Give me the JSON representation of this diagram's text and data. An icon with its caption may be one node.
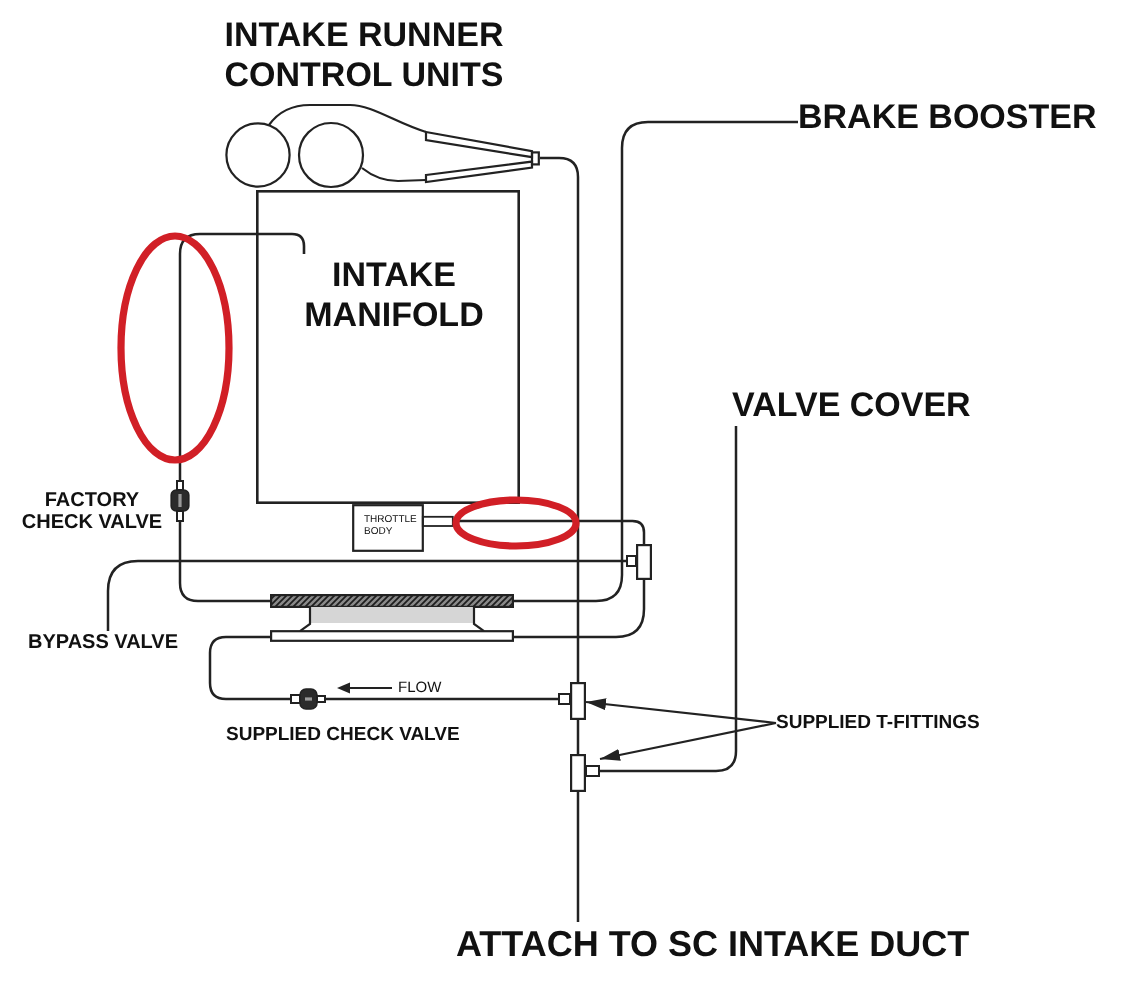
{
  "diagram": {
    "nodes": [
      {
        "text": [
          "INTAKE RUNNER CONTROL UNITS"
        ]
      },
      {
        "text": [
          "BRAKE BOOSTER"
        ]
      },
      {
        "text": [
          "INTAKE MANIFOLD"
        ]
      },
      {
        "text": [
          "VALVE COVER"
        ]
      },
      {
        "text": [],
        "shape": "valve",
        "beside": [
          "FACTORY CHECK VALVE"
        ]
      },
      {
        "text": [
          "THROTTLE BODY"
        ]
      },
      {
        "text": [],
        "shape": "tee"
      },
      {
        "text": [],
        "shape": "bar"
      },
      {
        "text": [
          "BYPASS VALVE"
        ]
      },
      {
        "text": [],
        "shape": "valve",
        "beside": [
          "SUPPLIED CHECK VALVE"
        ]
      },
      {
        "text": [],
        "shape": "tee"
      },
      {
        "text": [
          "SUPPLIED T-FITTINGS"
        ]
      },
      {
        "text": [],
        "shape": "tee"
      },
      {
        "text": [
          "ATTACH TO SC INTAKE DUCT"
        ]
      }
    ],
    "edges": [
      {
        "from": 2,
        "to": 4,
        "arrow": "none"
      },
      {
        "from": 4,
        "to": 7,
        "arrow": "none"
      },
      {
        "from": 7,
        "to": 1,
        "arrow": "none"
      },
      {
        "from": 5,
        "to": 6,
        "arrow": "none"
      },
      {
        "from": 8,
        "to": 6,
        "arrow": "none"
      },
      {
        "from": 6,
        "to": 7,
        "arrow": "none"
      },
      {
        "from": 7,
        "to": 9,
        "arrow": "none"
      },
      {
        "from": 9,
        "to": 10,
        "arrow": "none"
      },
      {
        "from": 0,
        "to": 10,
        "arrow": "none"
      },
      {
        "from": 10,
        "to": 12,
        "arrow": "none"
      },
      {
        "from": 12,
        "to": 13,
        "arrow": "none"
      },
      {
        "from": 3,
        "to": 12,
        "arrow": "none"
      },
      {
        "from": 11,
        "to": 10,
        "arrow": "to"
      },
      {
        "from": 11,
        "to": 12,
        "arrow": "to"
      }
    ],
    "labels": [
      "FLOW"
    ]
  }
}
